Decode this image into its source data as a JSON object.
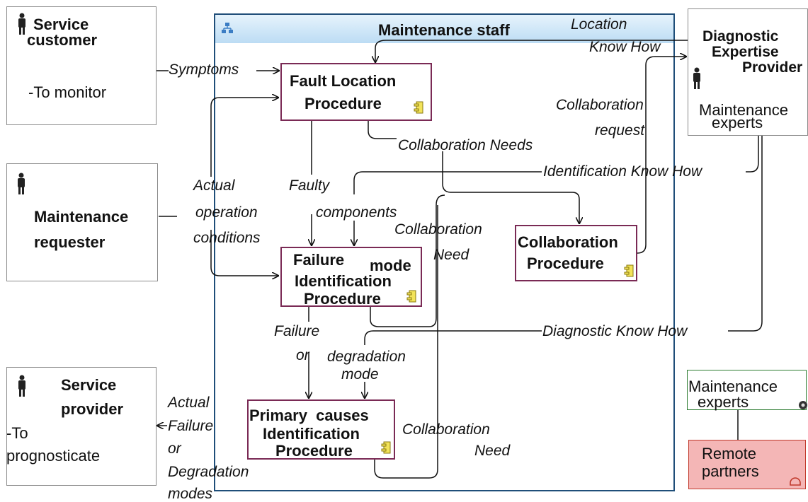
{
  "actors": {
    "service_customer": {
      "name_line1": "Service",
      "name_line2": "customer",
      "role": "-To monitor"
    },
    "maintenance_requester": {
      "name_line1": "Maintenance",
      "name_line2": "requester"
    },
    "service_provider": {
      "name_line1": "Service",
      "name_line2": "provider",
      "role_line1": "-To",
      "role_line2": "prognosticate"
    },
    "diagnostic_expertise_provider": {
      "name_line1": "Diagnostic",
      "name_line2": "Expertise",
      "name_line3": "Provider",
      "role_line1": "Maintenance",
      "role_line2": "experts"
    },
    "maintenance_experts": {
      "line1": "Maintenance",
      "line2": "experts"
    },
    "remote_partners": {
      "line1": "Remote",
      "line2": "partners"
    }
  },
  "container": {
    "title": "Maintenance staff"
  },
  "procedures": {
    "fault_location": {
      "line1": "Fault Location",
      "line2": "Procedure"
    },
    "failure_mode": {
      "line1a": "Failure",
      "line1b": "mode",
      "line2": "Identification",
      "line3": "Procedure"
    },
    "collaboration": {
      "line1": "Collaboration",
      "line2": "Procedure"
    },
    "primary_causes": {
      "line1": "Primary  causes",
      "line2": "Identification",
      "line3": "Procedure"
    }
  },
  "flows": {
    "symptoms": "Symptoms",
    "location_know_how_1": "Location",
    "location_know_how_2": "Know How",
    "collab_request_1": "Collaboration",
    "collab_request_2": "request",
    "collab_needs": "Collaboration Needs",
    "identification_know_how": "Identification Know How",
    "actual_op_1": "Actual",
    "actual_op_2": "operation",
    "actual_op_3": "conditions",
    "faulty_1": "Faulty",
    "faulty_2": "components",
    "collab_need_a1": "Collaboration",
    "collab_need_a2": "Need",
    "failure_or_1": "Failure",
    "failure_or_2": "or",
    "degradation_1": "degradation",
    "degradation_2": "mode",
    "diagnostic_know_how": "Diagnostic Know How",
    "collab_need_b1": "Collaboration",
    "collab_need_b2": "Need",
    "actual_failure_1": "Actual",
    "actual_failure_2": "Failure",
    "actual_failure_3": "or",
    "actual_failure_4": "Degradation",
    "actual_failure_5": "modes"
  },
  "colors": {
    "procedure_border": "#7a2a55",
    "container_border": "#1f4e79",
    "container_header": "#cfe6f7",
    "expert_border": "#2e7d32",
    "remote_fill": "#f4b6b6",
    "remote_border": "#c0392b"
  }
}
